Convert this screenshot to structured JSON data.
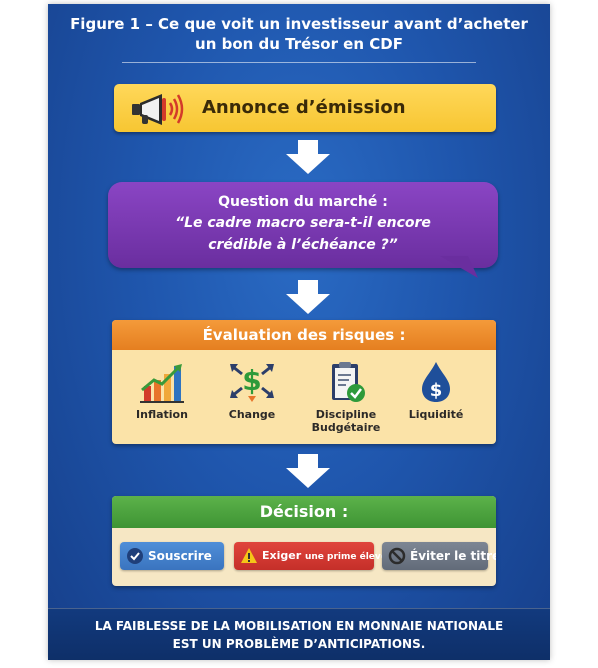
{
  "figure": {
    "title_line1": "Figure 1 – Ce que voit un investisseur avant d’acheter",
    "title_line2": "un bon du Trésor en CDF"
  },
  "announcement": {
    "label": "Annonce d’émission",
    "icon": "megaphone-icon"
  },
  "question": {
    "title": "Question du marché :",
    "line1": "“Le cadre macro sera-t-il encore",
    "line2": "crédible à l’échéance ?”"
  },
  "risks": {
    "title": "Évaluation des risques :",
    "items": [
      {
        "label": "Inflation",
        "icon": "bar-chart-rising-icon"
      },
      {
        "label": "Change",
        "icon": "dollar-arrows-icon"
      },
      {
        "label_line1": "Discipline",
        "label_line2": "Budgétaire",
        "icon": "clipboard-check-icon"
      },
      {
        "label": "Liquidité",
        "icon": "dollar-drop-icon"
      }
    ]
  },
  "decision": {
    "title": "Décision :",
    "options": [
      {
        "label": "Souscrire",
        "icon": "check-circle-icon",
        "color": "#3a74bf"
      },
      {
        "label_main": "Exiger",
        "label_small": "une prime élevée",
        "icon": "warning-icon",
        "color": "#c52f29"
      },
      {
        "label": "Éviter le titre",
        "icon": "prohibited-icon",
        "color": "#626b79"
      }
    ]
  },
  "footer": {
    "line1": "LA FAIBLESSE DE LA MOBILISATION EN MONNAIE NATIONALE",
    "line2": "EST UN PROBLÈME D’ANTICIPATIONS."
  },
  "colors": {
    "background": "#1f56ad",
    "announcement": "#f7c632",
    "question": "#6a2e9f",
    "risk_header": "#e57f20",
    "risk_body": "#fbe3a8",
    "decision_header": "#3e9434",
    "footer": "#0e2f68"
  }
}
